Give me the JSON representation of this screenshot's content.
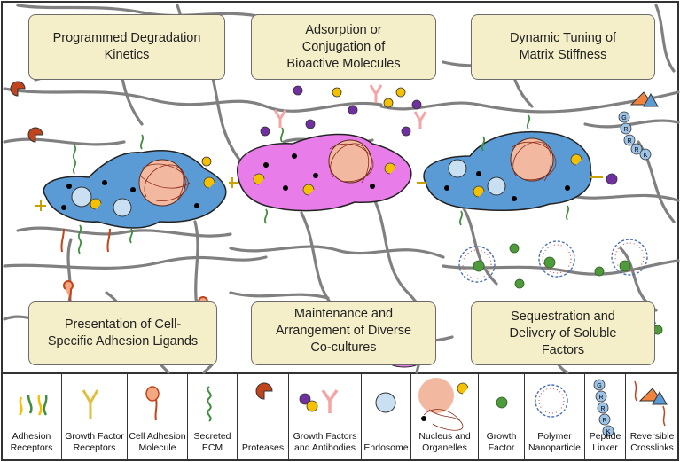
{
  "boxes": {
    "degradation": "Programmed Degradation Kinetics",
    "adsorption_line1": "Adsorption or",
    "adsorption_line2": "Conjugation of",
    "adsorption_line3": "Bioactive Molecules",
    "stiffness_line1": "Dynamic Tuning of",
    "stiffness_line2": "Matrix Stiffness",
    "presentation_line1": "Presentation of Cell-",
    "presentation_line2": "Specific Adhesion Ligands",
    "coculture_line1": "Maintenance and",
    "coculture_line2": "Arrangement of Diverse",
    "coculture_line3": "Co-cultures",
    "sequestration_line1": "Sequestration and",
    "sequestration_line2": "Delivery of Soluble",
    "sequestration_line3": "Factors"
  },
  "legend": [
    {
      "id": "adhesion-receptors",
      "line1": "Adhesion",
      "line2": "Receptors"
    },
    {
      "id": "growth-factor-receptors",
      "line1": "Growth Factor",
      "line2": "Receptors"
    },
    {
      "id": "cell-adhesion-molecule",
      "line1": "Cell Adhesion",
      "line2": "Molecule"
    },
    {
      "id": "secreted-ecm",
      "line1": "Secreted",
      "line2": "ECM"
    },
    {
      "id": "proteases",
      "line1": "Proteases",
      "line2": ""
    },
    {
      "id": "growth-factors-antibodies",
      "line1": "Growth Factors",
      "line2": "and Antibodies"
    },
    {
      "id": "endosome",
      "line1": "Endosome",
      "line2": ""
    },
    {
      "id": "nucleus-organelles",
      "line1": "Nucleus and",
      "line2": "Organelles"
    },
    {
      "id": "growth-factor",
      "line1": "Growth",
      "line2": "Factor"
    },
    {
      "id": "polymer-nanoparticle",
      "line1": "Polymer",
      "line2": "Nanoparticle"
    },
    {
      "id": "peptide-linker",
      "line1": "Peptide",
      "line2": "Linker"
    },
    {
      "id": "reversible-crosslinks",
      "line1": "Reversible",
      "line2": "Crosslinks"
    }
  ],
  "peptide_letters": [
    "G",
    "R",
    "R",
    "R",
    "K"
  ],
  "colors": {
    "blue_cell": "#5b9bd5",
    "pink_cell": "#e87ce8",
    "nucleus": "#f2b8a0",
    "box_fill": "#f4efc8",
    "fiber": "#7f8080",
    "protease": "#c0441c",
    "gold": "#f5c000",
    "purple": "#7030a0",
    "antibody": "#f4a6a6",
    "green_factor": "#4e9a3c"
  }
}
